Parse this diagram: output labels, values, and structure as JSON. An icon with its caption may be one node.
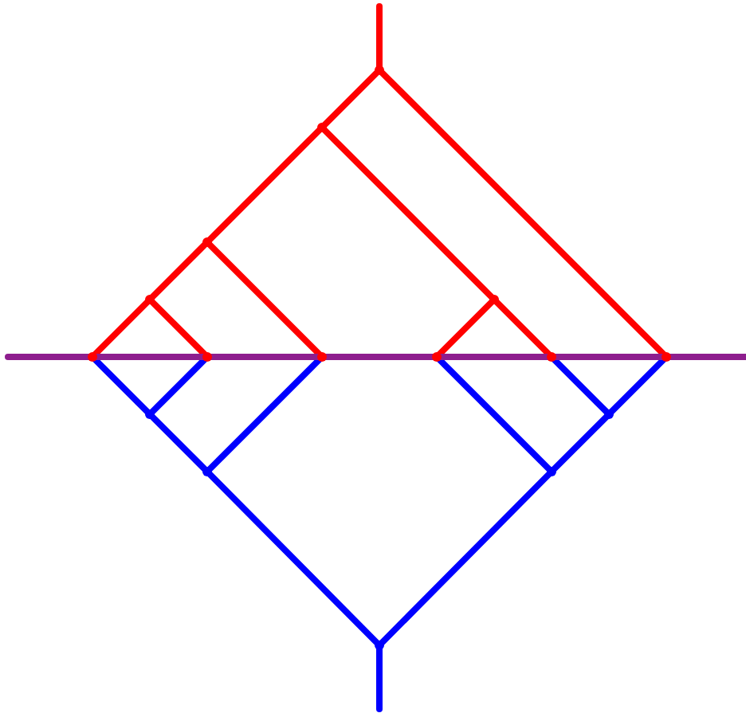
{
  "diagram": {
    "nodes": [
      {
        "text": [],
        "shape": "point"
      },
      {
        "text": [],
        "shape": "point"
      },
      {
        "text": [],
        "shape": "point"
      },
      {
        "text": [],
        "shape": "point"
      },
      {
        "text": [],
        "shape": "point"
      },
      {
        "text": [],
        "shape": "point"
      },
      {
        "text": [],
        "shape": "point"
      },
      {
        "text": [],
        "shape": "point"
      },
      {
        "text": [],
        "shape": "point"
      },
      {
        "text": [],
        "shape": "point"
      },
      {
        "text": [],
        "shape": "point"
      },
      {
        "text": [],
        "shape": "point"
      },
      {
        "text": [],
        "shape": "point"
      },
      {
        "text": [],
        "shape": "point"
      },
      {
        "text": [],
        "shape": "point"
      },
      {
        "text": [],
        "shape": "point"
      }
    ],
    "edges": [
      {
        "from": null,
        "to": 0,
        "arrow": "none",
        "color": "#ff0000"
      },
      {
        "from": 0,
        "to": 1,
        "arrow": "none",
        "color": "#ff0000"
      },
      {
        "from": 0,
        "to": 10,
        "arrow": "none",
        "color": "#ff0000"
      },
      {
        "from": 1,
        "to": 2,
        "arrow": "none",
        "color": "#ff0000"
      },
      {
        "from": 1,
        "to": 4,
        "arrow": "none",
        "color": "#ff0000"
      },
      {
        "from": 2,
        "to": 3,
        "arrow": "none",
        "color": "#ff0000"
      },
      {
        "from": 2,
        "to": 7,
        "arrow": "none",
        "color": "#ff0000"
      },
      {
        "from": 3,
        "to": 5,
        "arrow": "none",
        "color": "#ff0000"
      },
      {
        "from": 3,
        "to": 6,
        "arrow": "none",
        "color": "#ff0000"
      },
      {
        "from": 4,
        "to": 8,
        "arrow": "none",
        "color": "#ff0000"
      },
      {
        "from": 4,
        "to": 9,
        "arrow": "none",
        "color": "#ff0000"
      },
      {
        "from": 15,
        "to": 13,
        "arrow": "none",
        "color": "#0000ff"
      },
      {
        "from": 15,
        "to": 14,
        "arrow": "none",
        "color": "#0000ff"
      },
      {
        "from": 13,
        "to": 11,
        "arrow": "none",
        "color": "#0000ff"
      },
      {
        "from": 13,
        "to": 7,
        "arrow": "none",
        "color": "#0000ff"
      },
      {
        "from": 11,
        "to": 5,
        "arrow": "none",
        "color": "#0000ff"
      },
      {
        "from": 11,
        "to": 6,
        "arrow": "none",
        "color": "#0000ff"
      },
      {
        "from": 14,
        "to": 8,
        "arrow": "none",
        "color": "#0000ff"
      },
      {
        "from": 14,
        "to": 12,
        "arrow": "none",
        "color": "#0000ff"
      },
      {
        "from": 12,
        "to": 9,
        "arrow": "none",
        "color": "#0000ff"
      },
      {
        "from": 12,
        "to": 10,
        "arrow": "none",
        "color": "#0000ff"
      },
      {
        "from": 15,
        "to": null,
        "arrow": "none",
        "color": "#0000ff"
      },
      {
        "from": null,
        "to": 5,
        "arrow": "none",
        "color": "#8e1e8e"
      },
      {
        "from": 5,
        "to": 6,
        "arrow": "none",
        "color": "#8e1e8e"
      },
      {
        "from": 6,
        "to": 7,
        "arrow": "none",
        "color": "#8e1e8e"
      },
      {
        "from": 7,
        "to": 8,
        "arrow": "none",
        "color": "#8e1e8e"
      },
      {
        "from": 8,
        "to": 9,
        "arrow": "none",
        "color": "#8e1e8e"
      },
      {
        "from": 9,
        "to": 10,
        "arrow": "none",
        "color": "#8e1e8e"
      },
      {
        "from": 10,
        "to": null,
        "arrow": "none",
        "color": "#8e1e8e"
      }
    ]
  }
}
